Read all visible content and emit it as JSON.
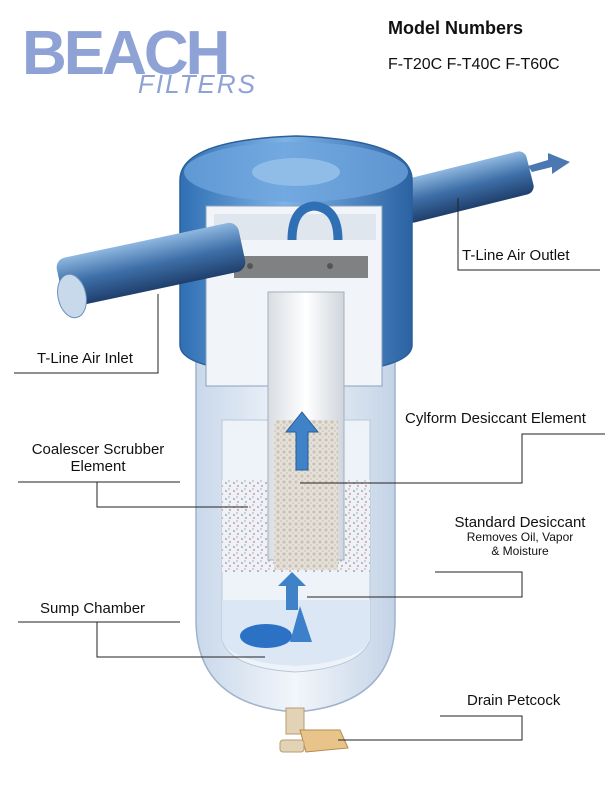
{
  "logo": {
    "main": "BEACH",
    "sub": "FILTERS",
    "color": "#8ea2d6"
  },
  "header": {
    "title": "Model Numbers",
    "models": "F-T20C  F-T40C  F-T60C"
  },
  "labels": {
    "outlet": "T-Line Air Outlet",
    "inlet": "T-Line Air Inlet",
    "cylform": "Cylform Desiccant Element",
    "coalescer_line1": "Coalescer Scrubber",
    "coalescer_line2": "Element",
    "standard": "Standard Desiccant",
    "standard_sub1": "Removes Oil, Vapor",
    "standard_sub2": "& Moisture",
    "sump": "Sump Chamber",
    "drain": "Drain Petcock"
  },
  "colors": {
    "housing_blue": "#3f7fc2",
    "housing_light": "#7fb3e6",
    "bowl": "#dfe9f3",
    "desiccant": "#e9e4dc",
    "petcock": "#e8c48a"
  }
}
